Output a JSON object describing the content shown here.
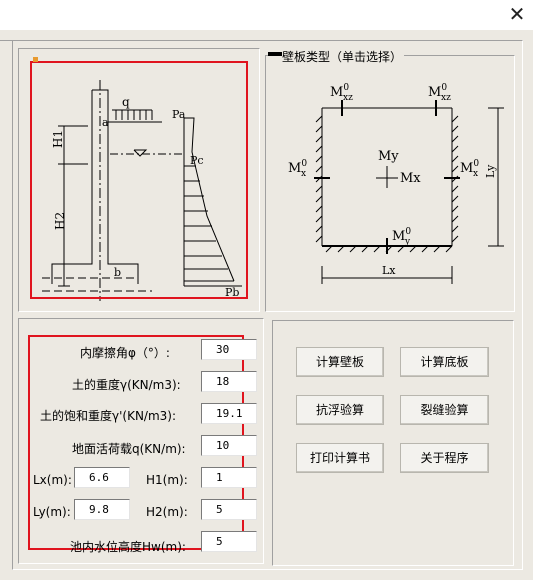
{
  "window": {
    "close_glyph": "✕"
  },
  "group_right": {
    "title": "壁板类型（单击选择）"
  },
  "params": {
    "friction_label": "内摩擦角φ（°）:",
    "friction_value": "30",
    "density_label": "土的重度γ(KN/m3):",
    "density_value": "18",
    "sat_density_label": "土的饱和重度γ'(KN/m3):",
    "sat_density_value": "19.1",
    "live_load_label": "地面活荷载q(KN/m):",
    "live_load_value": "10",
    "lx_label": "Lx(m):",
    "lx_value": "6.6",
    "h1_label": "H1(m):",
    "h1_value": "1",
    "ly_label": "Ly(m):",
    "ly_value": "9.8",
    "h2_label": "H2(m):",
    "h2_value": "5",
    "hw_label": "池内水位高度Hw(m):",
    "hw_value": "5"
  },
  "buttons": {
    "calc_wall": "计算壁板",
    "calc_bottom": "计算底板",
    "anti_float": "抗浮验算",
    "crack": "裂缝验算",
    "print": "打印计算书",
    "about": "关于程序"
  },
  "left_diagram": {
    "q": "q",
    "a": "a",
    "pa": "Pa",
    "h1": "H1",
    "pc": "Pc",
    "h2": "H2",
    "b": "b",
    "pb": "Pb"
  },
  "right_diagram": {
    "mxz_top_left": "M",
    "mxz_top_left_sup": "0",
    "mxz_top_left_sub": "xz",
    "mxz_top_right": "M",
    "mxz_top_right_sup": "0",
    "mxz_top_right_sub": "xz",
    "mx_left": "M",
    "mx_left_sup": "0",
    "mx_left_sub": "x",
    "mx_right": "M",
    "mx_right_sup": "0",
    "mx_right_sub": "x",
    "my_center": "My",
    "mx_center": "Mx",
    "my_bottom": "M",
    "my_bottom_sup": "0",
    "my_bottom_sub": "y",
    "lx": "Lx",
    "ly": "Ly"
  }
}
